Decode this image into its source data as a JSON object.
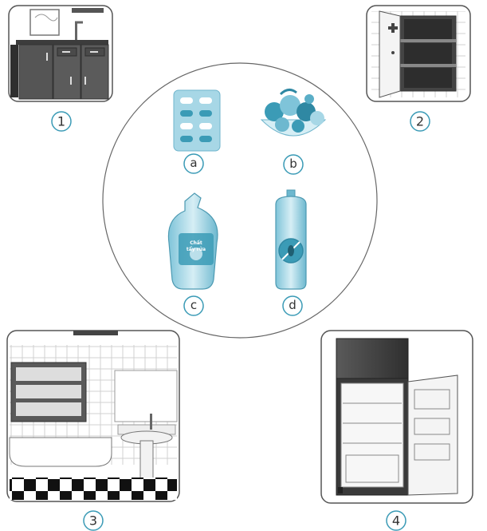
{
  "scenes": [
    {
      "id": "kitchen",
      "label": "1"
    },
    {
      "id": "cabinet",
      "label": "2"
    },
    {
      "id": "bathroom",
      "label": "3"
    },
    {
      "id": "refrigerator",
      "label": "4"
    }
  ],
  "items": [
    {
      "id": "pills",
      "label": "a"
    },
    {
      "id": "fruit-bowl",
      "label": "b"
    },
    {
      "id": "toilet-cleaner",
      "label": "c",
      "bottle_text_1": "Chất",
      "bottle_text_2": "tẩy rửa"
    },
    {
      "id": "insect-spray",
      "label": "d"
    }
  ],
  "colors": {
    "teal": "#3b9bb6",
    "light_teal": "#a7d7e6",
    "dark_gray": "#4a4a4a",
    "outline": "#555555"
  }
}
